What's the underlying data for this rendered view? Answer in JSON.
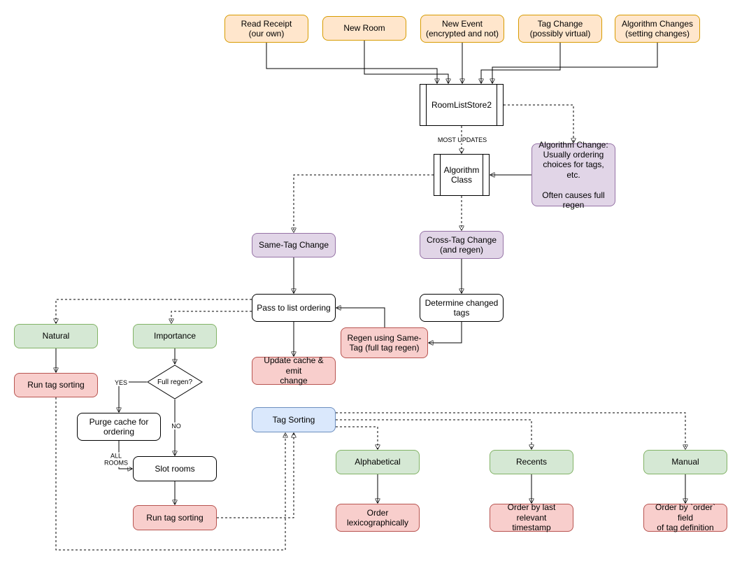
{
  "nodes": {
    "read_receipt": {
      "label": "Read Receipt\n(our own)"
    },
    "new_room": {
      "label": "New Room"
    },
    "new_event": {
      "label": "New Event\n(encrypted and not)"
    },
    "tag_change": {
      "label": "Tag Change\n(possibly virtual)"
    },
    "algorithm_changes": {
      "label": "Algorithm Changes\n(setting changes)"
    },
    "room_list_store": {
      "label": "RoomListStore2"
    },
    "algorithm_class": {
      "label": "Algorithm\nClass"
    },
    "algorithm_change_note": {
      "label": "Algorithm Change:\nUsually ordering\nchoices for tags, etc.\n\nOften causes full\nregen"
    },
    "same_tag_change": {
      "label": "Same-Tag Change"
    },
    "cross_tag_change": {
      "label": "Cross-Tag Change\n(and regen)"
    },
    "pass_to_list": {
      "label": "Pass to list ordering"
    },
    "determine_changed_tags": {
      "label": "Determine changed\ntags"
    },
    "regen_same_tag": {
      "label": "Regen using Same-\nTag (full tag regen)"
    },
    "update_cache": {
      "label": "Update cache & emit\nchange"
    },
    "natural": {
      "label": "Natural"
    },
    "importance": {
      "label": "Importance"
    },
    "run_tag_sorting_natural": {
      "label": "Run tag sorting"
    },
    "full_regen": {
      "label": "Full regen?"
    },
    "purge_cache": {
      "label": "Purge cache for\nordering"
    },
    "slot_rooms": {
      "label": "Slot rooms"
    },
    "run_tag_sorting_importance": {
      "label": "Run tag sorting"
    },
    "tag_sorting": {
      "label": "Tag Sorting"
    },
    "alphabetical": {
      "label": "Alphabetical"
    },
    "recents": {
      "label": "Recents"
    },
    "manual": {
      "label": "Manual"
    },
    "order_lexicographically": {
      "label": "Order\nlexicographically"
    },
    "order_by_timestamp": {
      "label": "Order by last relevant\ntimestamp"
    },
    "order_by_field": {
      "label": "Order by `order` field\nof tag definition"
    }
  },
  "edge_labels": {
    "most_updates": "MOST UPDATES",
    "yes": "YES",
    "no": "NO",
    "all_rooms": "ALL\nROOMS"
  },
  "colors": {
    "input_fill": "#ffe6cc",
    "input_stroke": "#d79b00",
    "change_fill": "#e1d5e7",
    "change_stroke": "#9673a6",
    "algorithm_fill": "#d5e8d4",
    "algorithm_stroke": "#82b366",
    "action_fill": "#f8cecc",
    "action_stroke": "#b85450",
    "sorting_fill": "#dae8fc",
    "sorting_stroke": "#6c8ebf",
    "line": "#000000",
    "background": "#ffffff"
  }
}
